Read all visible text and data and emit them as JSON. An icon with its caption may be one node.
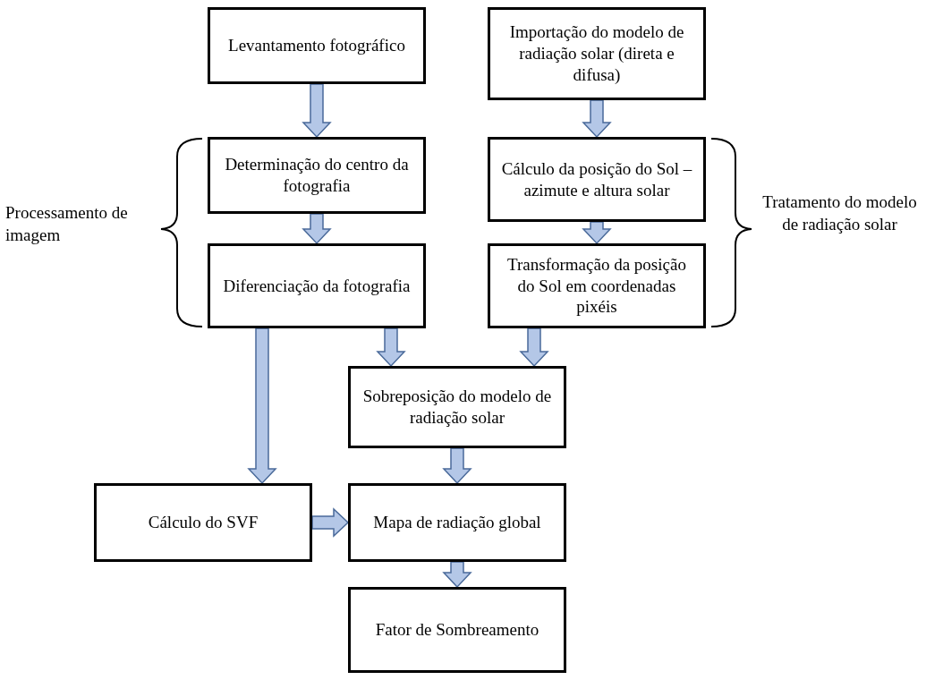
{
  "diagram": {
    "nodes": [
      {
        "text": [
          "Levantamento fotográfico"
        ]
      },
      {
        "text": [
          "Importação do modelo de radiação solar (direta e difusa)"
        ]
      },
      {
        "text": [
          "Determinação do centro da fotografia"
        ]
      },
      {
        "text": [
          "Cálculo da posição do Sol – azimute e altura solar"
        ]
      },
      {
        "text": [
          "Diferenciação da fotografia"
        ]
      },
      {
        "text": [
          "Transformação da posição do Sol em coordenadas pixéis"
        ]
      },
      {
        "text": [
          "Sobreposição do modelo de radiação solar"
        ]
      },
      {
        "text": [
          "Cálculo do SVF"
        ]
      },
      {
        "text": [
          "Mapa de radiação global"
        ]
      },
      {
        "text": [
          "Fator de Sombreamento"
        ]
      }
    ],
    "edges": [
      {
        "from": 0,
        "to": 2,
        "arrow": "to"
      },
      {
        "from": 1,
        "to": 3,
        "arrow": "to"
      },
      {
        "from": 2,
        "to": 4,
        "arrow": "to"
      },
      {
        "from": 3,
        "to": 5,
        "arrow": "to"
      },
      {
        "from": 4,
        "to": 7,
        "arrow": "to"
      },
      {
        "from": 4,
        "to": 6,
        "arrow": "to"
      },
      {
        "from": 5,
        "to": 6,
        "arrow": "to"
      },
      {
        "from": 6,
        "to": 8,
        "arrow": "to"
      },
      {
        "from": 7,
        "to": 8,
        "arrow": "to"
      },
      {
        "from": 8,
        "to": 9,
        "arrow": "to"
      }
    ],
    "labels": [
      "Processamento de imagem",
      "Tratamento do modelo de radiação solar"
    ]
  }
}
